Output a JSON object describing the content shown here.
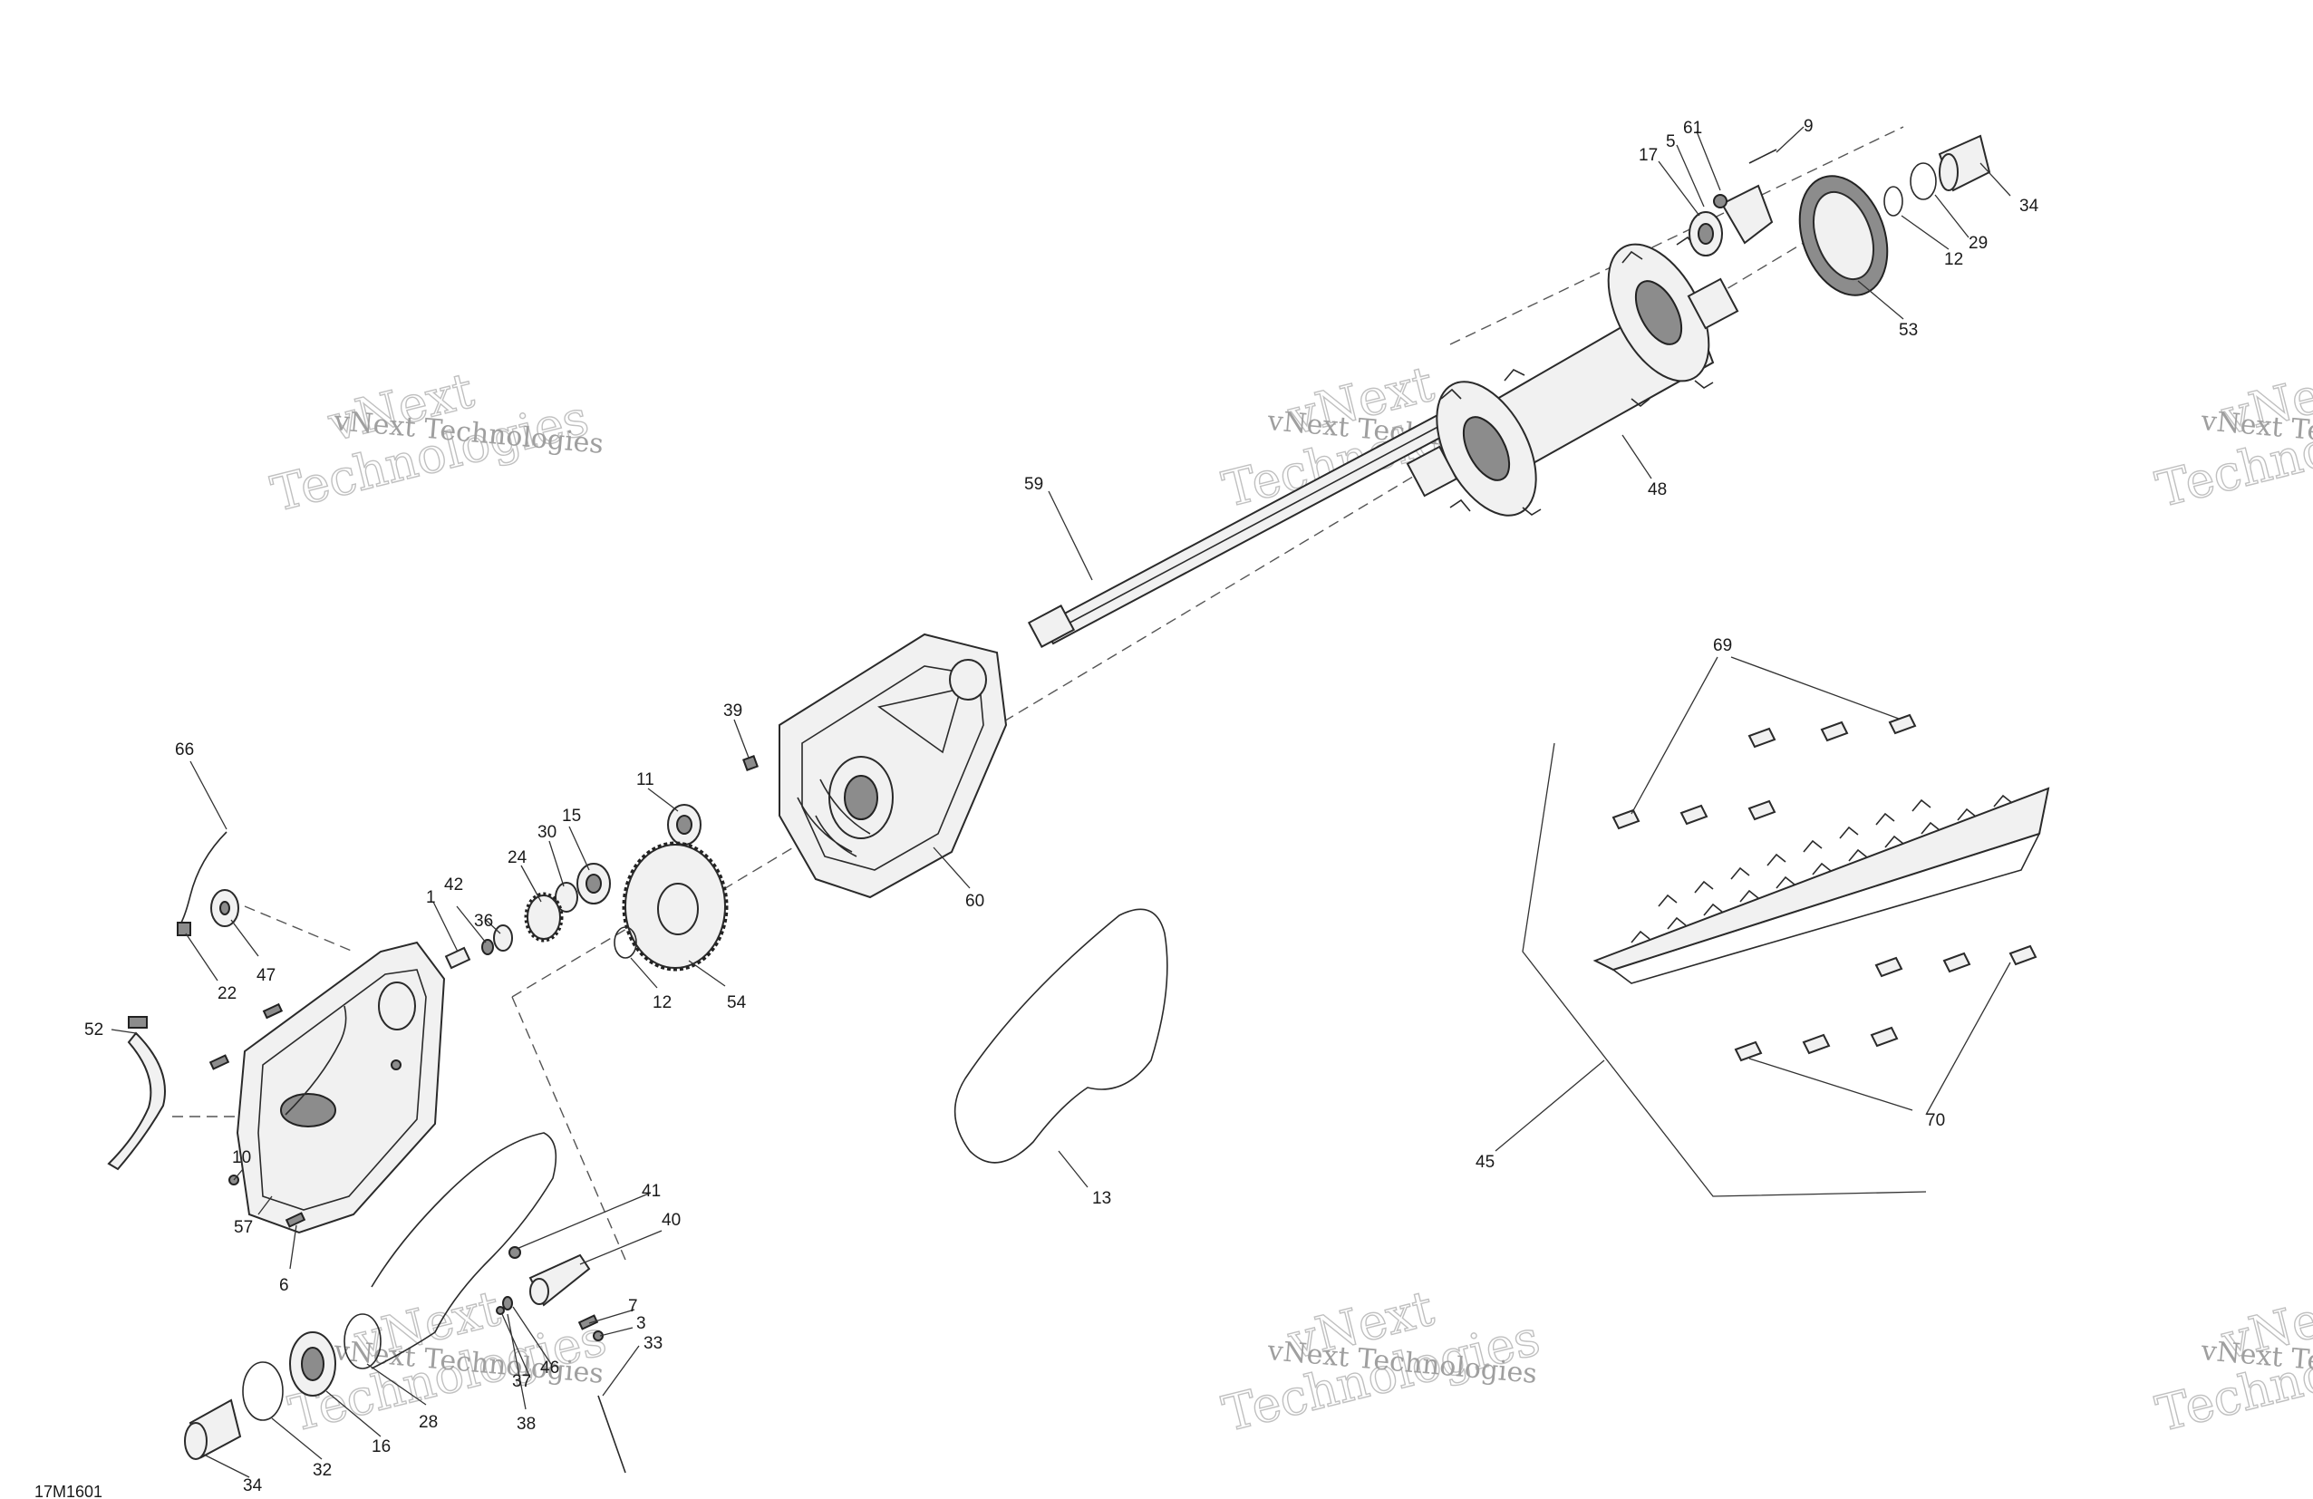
{
  "diagram": {
    "code": "17M1601",
    "watermark": "vNext Technologies",
    "watermark_words": [
      "vNext",
      "Technologies"
    ]
  },
  "callouts": [
    "9",
    "61",
    "5",
    "17",
    "34",
    "29",
    "12",
    "53",
    "48",
    "59",
    "69",
    "39",
    "11",
    "15",
    "30",
    "24",
    "36",
    "42",
    "1",
    "60",
    "66",
    "47",
    "22",
    "52",
    "12",
    "54",
    "45",
    "70",
    "13",
    "10",
    "57",
    "6",
    "41",
    "40",
    "7",
    "3",
    "33",
    "46",
    "37",
    "28",
    "38",
    "16",
    "32",
    "34"
  ]
}
